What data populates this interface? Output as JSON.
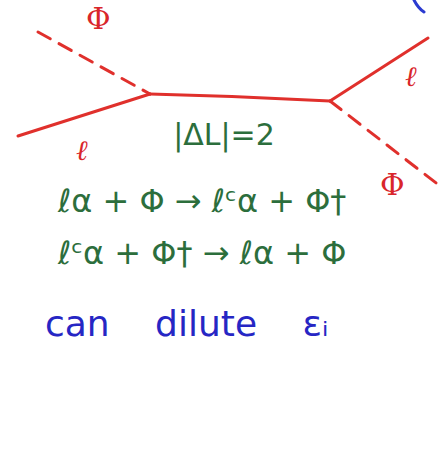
{
  "diagram": {
    "labels": [
      "Φ",
      "ℓ",
      "ℓ",
      "Φ",
      "|ΔL|=2",
      "ℓα + Φ → ℓᶜα + Φ†",
      "ℓᶜα + Φ† → ℓα + Φ",
      "can dilute εᵢ"
    ]
  }
}
